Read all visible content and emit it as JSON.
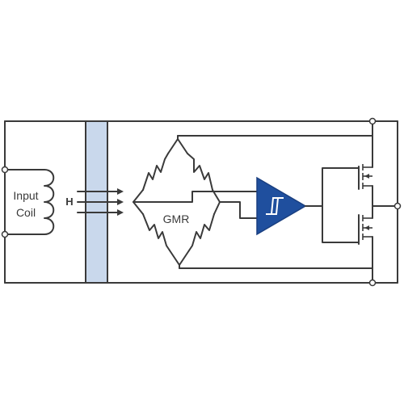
{
  "labels": {
    "input_coil_line1": "Input",
    "input_coil_line2": "Coil",
    "field": "H",
    "sensor": "GMR"
  },
  "colors": {
    "wire": "#3a3a3a",
    "isolation_barrier": "#c9d8ec",
    "comparator_fill": "#1f4f9e",
    "hysteresis_symbol": "#ffffff"
  },
  "icons": {
    "comparator": "schmitt-trigger-icon",
    "switches": "mosfet-icon"
  }
}
